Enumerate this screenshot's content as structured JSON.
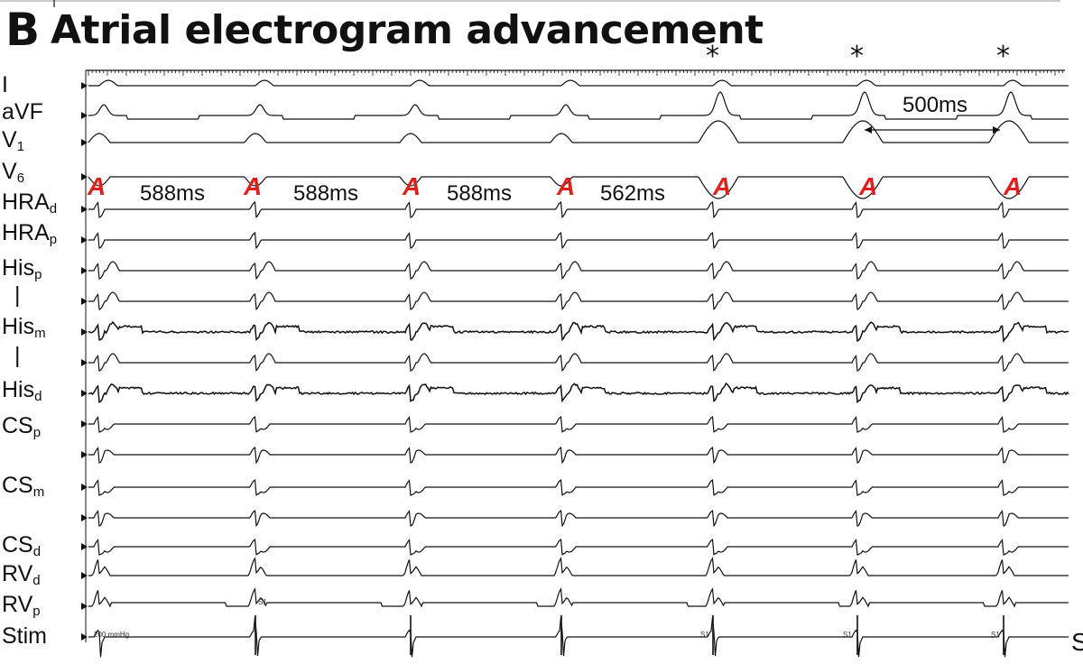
{
  "panel": {
    "letter": "B",
    "title": "Atrial electrogram advancement"
  },
  "channels": [
    {
      "key": "I",
      "base": "I",
      "sub": ""
    },
    {
      "key": "aVF",
      "base": "aVF",
      "sub": ""
    },
    {
      "key": "V1",
      "base": "V",
      "sub": "1"
    },
    {
      "key": "V6",
      "base": "V",
      "sub": "6"
    },
    {
      "key": "HRAd",
      "base": "HRA",
      "sub": "d"
    },
    {
      "key": "HRAp",
      "base": "HRA",
      "sub": "p"
    },
    {
      "key": "Hisp",
      "base": "His",
      "sub": "p"
    },
    {
      "key": "Hisp2",
      "base": "|",
      "sub": ""
    },
    {
      "key": "Hism",
      "base": "His",
      "sub": "m"
    },
    {
      "key": "Hism2",
      "base": "|",
      "sub": ""
    },
    {
      "key": "Hisd",
      "base": "His",
      "sub": "d"
    },
    {
      "key": "CSp",
      "base": "CS",
      "sub": "p"
    },
    {
      "key": "CSp2",
      "base": "",
      "sub": ""
    },
    {
      "key": "CSm",
      "base": "CS",
      "sub": "m"
    },
    {
      "key": "CSm2",
      "base": "",
      "sub": ""
    },
    {
      "key": "CSd",
      "base": "CS",
      "sub": "d"
    },
    {
      "key": "RVd",
      "base": "RV",
      "sub": "d"
    },
    {
      "key": "RVp",
      "base": "RV",
      "sub": "p"
    },
    {
      "key": "Stim",
      "base": "Stim",
      "sub": ""
    }
  ],
  "atrial_marker": "A",
  "intervals": [
    "588ms",
    "588ms",
    "588ms",
    "562ms"
  ],
  "stim_interval": "500ms",
  "paced_marker": "*",
  "scale_annotation": "200 mmHg",
  "stim_annotations": [
    "S1",
    "S1",
    "S1",
    "S1"
  ],
  "edge_letter": "S",
  "colors": {
    "trace": "#111111",
    "atrial_marker": "#e0201c",
    "background": "#ffffff"
  }
}
